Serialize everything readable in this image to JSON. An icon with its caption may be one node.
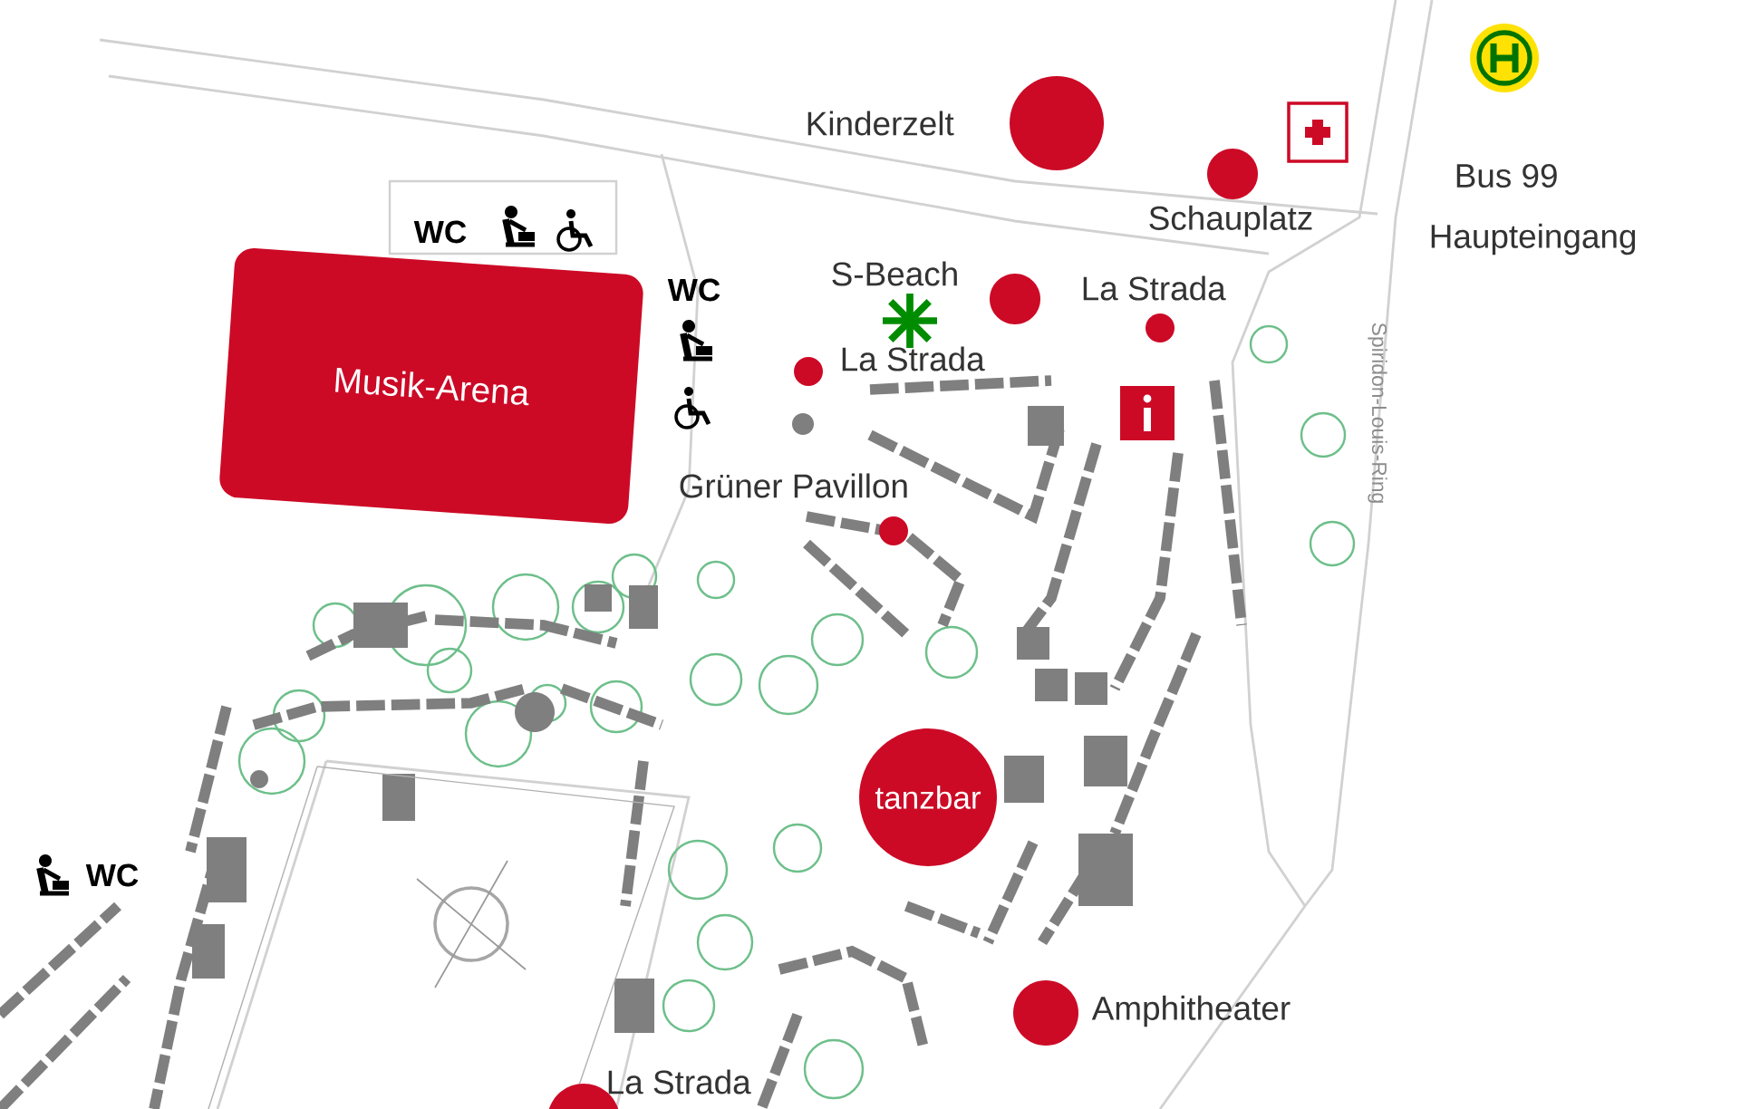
{
  "diagram": {
    "nodes": [
      {
        "text": [
          "Musik-Arena"
        ]
      },
      {
        "text": [
          "tanzbar"
        ]
      }
    ],
    "labels": [
      "Kinderzelt",
      "Bus 99",
      "Schauplatz",
      "Haupteingang",
      "WC",
      "WC",
      "S-Beach",
      "La Strada",
      "La Strada",
      "Grüner Pavillon",
      "Spiridon-Louis-Ring",
      "WC",
      "Amphitheater",
      "La Strada"
    ]
  }
}
